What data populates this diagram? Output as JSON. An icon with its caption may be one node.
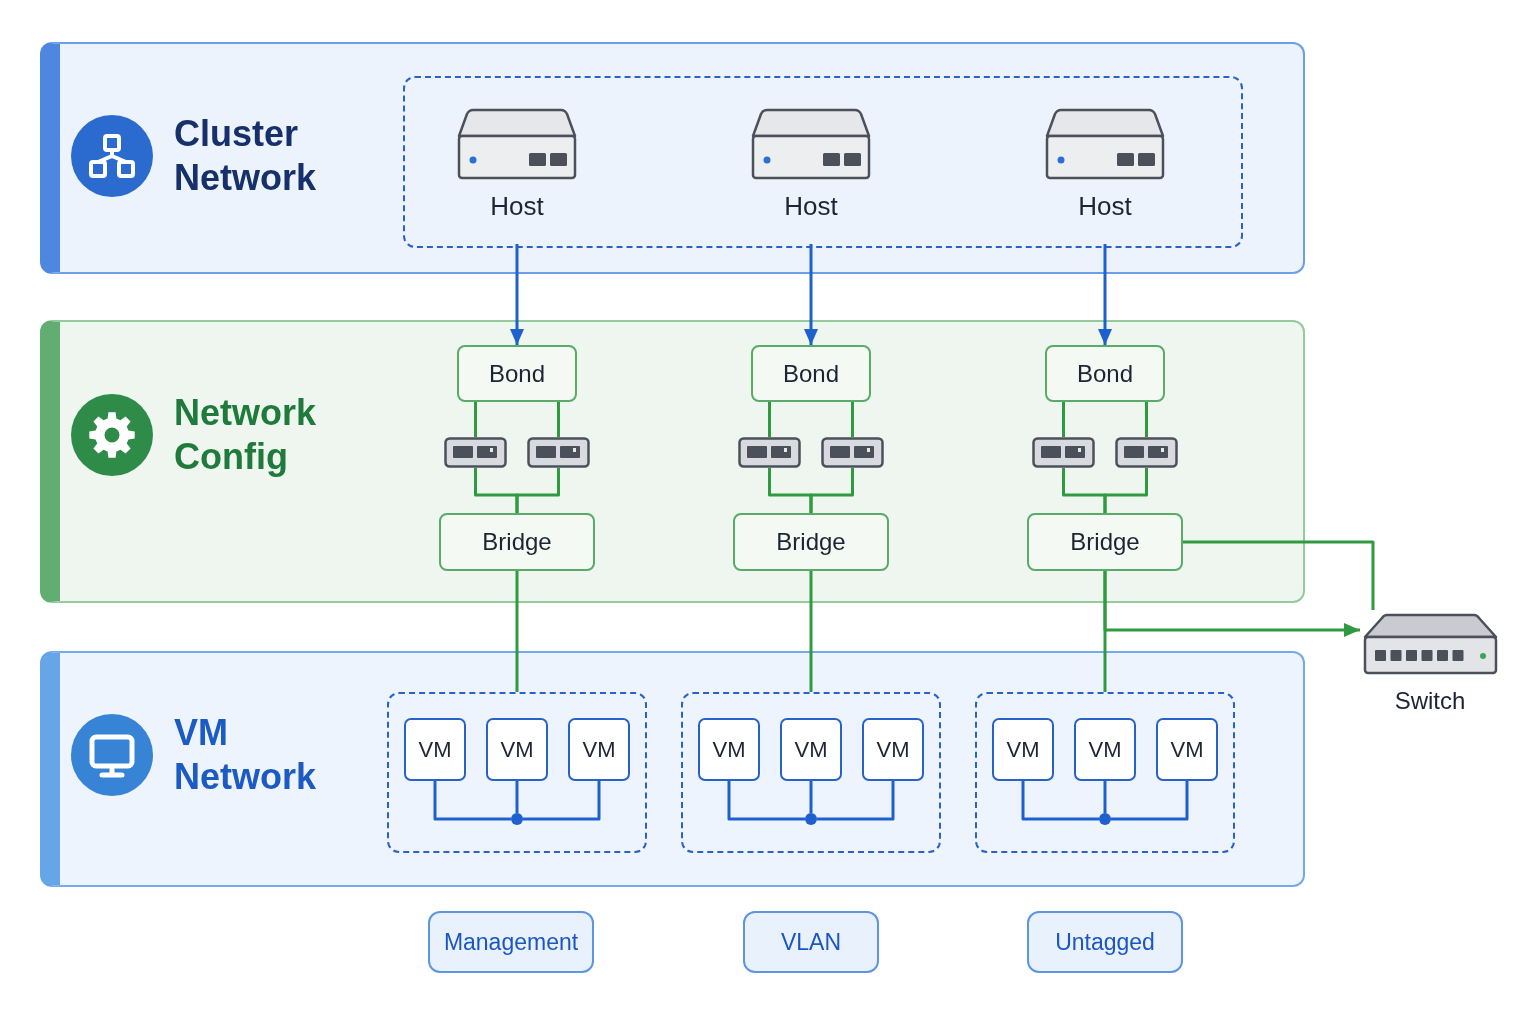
{
  "diagram": {
    "nodes": [
      {
        "text": [
          "Cluster Network"
        ]
      },
      {
        "text": [],
        "shape": "box",
        "in": 0
      },
      {
        "text": [
          "Host"
        ],
        "in": 1
      },
      {
        "text": [
          "Host"
        ],
        "in": 1
      },
      {
        "text": [
          "Host"
        ],
        "in": 1
      },
      {
        "text": [
          "Network Config"
        ]
      },
      {
        "text": [
          "Bond"
        ],
        "in": 5
      },
      {
        "text": [
          "Bond"
        ],
        "in": 5
      },
      {
        "text": [
          "Bond"
        ],
        "in": 5
      },
      {
        "text": [],
        "shape": "picture",
        "in": 5
      },
      {
        "text": [],
        "shape": "picture",
        "in": 5
      },
      {
        "text": [],
        "shape": "picture",
        "in": 5
      },
      {
        "text": [],
        "shape": "picture",
        "in": 5
      },
      {
        "text": [],
        "shape": "picture",
        "in": 5
      },
      {
        "text": [],
        "shape": "picture",
        "in": 5
      },
      {
        "text": [
          "Bridge"
        ],
        "in": 5
      },
      {
        "text": [
          "Bridge"
        ],
        "in": 5
      },
      {
        "text": [
          "Bridge"
        ],
        "in": 5
      },
      {
        "text": [
          "Switch"
        ]
      },
      {
        "text": [
          "VM Network"
        ]
      },
      {
        "text": [],
        "shape": "box",
        "in": 19
      },
      {
        "text": [
          "VM"
        ],
        "in": 20
      },
      {
        "text": [
          "VM"
        ],
        "in": 20
      },
      {
        "text": [
          "VM"
        ],
        "in": 20
      },
      {
        "text": [],
        "shape": "circle",
        "in": 20
      },
      {
        "text": [],
        "shape": "box",
        "in": 19
      },
      {
        "text": [
          "VM"
        ],
        "in": 25
      },
      {
        "text": [
          "VM"
        ],
        "in": 25
      },
      {
        "text": [
          "VM"
        ],
        "in": 25
      },
      {
        "text": [],
        "shape": "circle",
        "in": 25
      },
      {
        "text": [],
        "shape": "box",
        "in": 19
      },
      {
        "text": [
          "VM"
        ],
        "in": 30
      },
      {
        "text": [
          "VM"
        ],
        "in": 30
      },
      {
        "text": [
          "VM"
        ],
        "in": 30
      },
      {
        "text": [],
        "shape": "circle",
        "in": 30
      },
      {
        "text": [
          "Management"
        ]
      },
      {
        "text": [
          "VLAN"
        ]
      },
      {
        "text": [
          "Untagged"
        ]
      }
    ],
    "edges": [
      {
        "from": 2,
        "to": 6,
        "arrow": "to",
        "color": "#1f60cf"
      },
      {
        "from": 3,
        "to": 7,
        "arrow": "to",
        "color": "#1f60cf"
      },
      {
        "from": 4,
        "to": 8,
        "arrow": "to",
        "color": "#1f60cf"
      },
      {
        "from": 6,
        "to": 9,
        "arrow": "none"
      },
      {
        "from": 6,
        "to": 10,
        "arrow": "none"
      },
      {
        "from": 7,
        "to": 11,
        "arrow": "none"
      },
      {
        "from": 7,
        "to": 12,
        "arrow": "none"
      },
      {
        "from": 8,
        "to": 13,
        "arrow": "none"
      },
      {
        "from": 8,
        "to": 14,
        "arrow": "none"
      },
      {
        "from": 9,
        "to": 15,
        "arrow": "none"
      },
      {
        "from": 10,
        "to": 15,
        "arrow": "none"
      },
      {
        "from": 11,
        "to": 16,
        "arrow": "none"
      },
      {
        "from": 12,
        "to": 16,
        "arrow": "none"
      },
      {
        "from": 13,
        "to": 17,
        "arrow": "none"
      },
      {
        "from": 14,
        "to": 17,
        "arrow": "none"
      },
      {
        "from": 15,
        "to": 20,
        "arrow": "none"
      },
      {
        "from": 16,
        "to": 25,
        "arrow": "none"
      },
      {
        "from": 17,
        "to": 30,
        "arrow": "none"
      },
      {
        "from": 17,
        "to": 18,
        "arrow": "none"
      },
      {
        "from": 17,
        "to": 18,
        "arrow": "to"
      },
      {
        "from": 21,
        "to": 24,
        "arrow": "none",
        "color": "#1f60cf"
      },
      {
        "from": 22,
        "to": 24,
        "arrow": "none",
        "color": "#1f60cf"
      },
      {
        "from": 23,
        "to": 24,
        "arrow": "none",
        "color": "#1f60cf"
      },
      {
        "from": 26,
        "to": 29,
        "arrow": "none",
        "color": "#1f60cf"
      },
      {
        "from": 27,
        "to": 29,
        "arrow": "none",
        "color": "#1f60cf"
      },
      {
        "from": 28,
        "to": 29,
        "arrow": "none",
        "color": "#1f60cf"
      },
      {
        "from": 31,
        "to": 34,
        "arrow": "none",
        "color": "#1f60cf"
      },
      {
        "from": 32,
        "to": 34,
        "arrow": "none",
        "color": "#1f60cf"
      },
      {
        "from": 33,
        "to": 34,
        "arrow": "none",
        "color": "#1f60cf"
      }
    ]
  }
}
